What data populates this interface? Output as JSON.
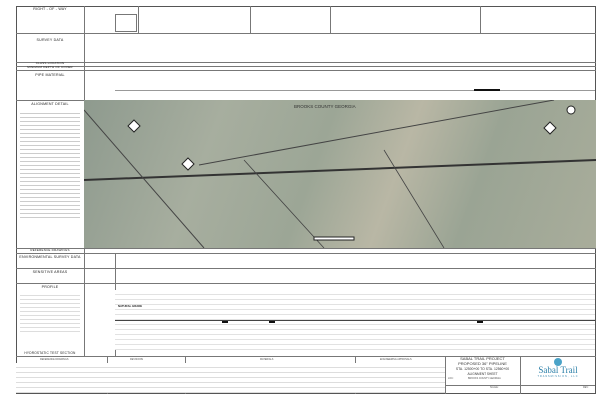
{
  "left_panel": {
    "row": "RIGHT - OF - WAY",
    "survey": "SURVEY DATA",
    "class_location": "CLASS LOCATION",
    "min_depth": "MINIMUM DEPTH OF COVER",
    "pipe_material": "PIPE MATERIAL",
    "alignment_detail": "ALIGNMENT DETAIL",
    "reference_drawings": "REFERENCE DRAWINGS",
    "env_survey": "ENVIRONMENTAL SURVEY DATA",
    "sensitive_areas": "SENSITIVE AREAS",
    "profile": "PROFILE",
    "hydrotest": "HYDROSTATIC TEST SECTION"
  },
  "map": {
    "county_label": "BROOKS COUNTY GEORGIA",
    "north_arrow": "north-arrow-icon"
  },
  "profile": {
    "natural_grade": "NATURAL GRADE"
  },
  "title_block": {
    "reference_drawings": "REFERENCE DRAWINGS",
    "revisions": "REVISIONS",
    "materials": "MATERIALS",
    "engineering_approvals": "ENGINEERING APPROVALS",
    "project": "SABAL TRAIL PROJECT",
    "pipeline": "PROPOSED 36\" PIPELINE",
    "stations": "STA. 12500+00 TO STA. 12560+00",
    "sheet_type": "ALIGNMENT SHEET",
    "loc_label": "LOC:",
    "location": "BROOKS COUNTY GEORGIA",
    "logo": "Sabal Trail",
    "logo_sub": "TRANSMISSION, LLC",
    "scale_label": "SCALE:",
    "rev_label": "REV:"
  },
  "colors": {
    "map": "#9ca696",
    "logo": "#2a7fa8",
    "pipeline": "#333333"
  }
}
